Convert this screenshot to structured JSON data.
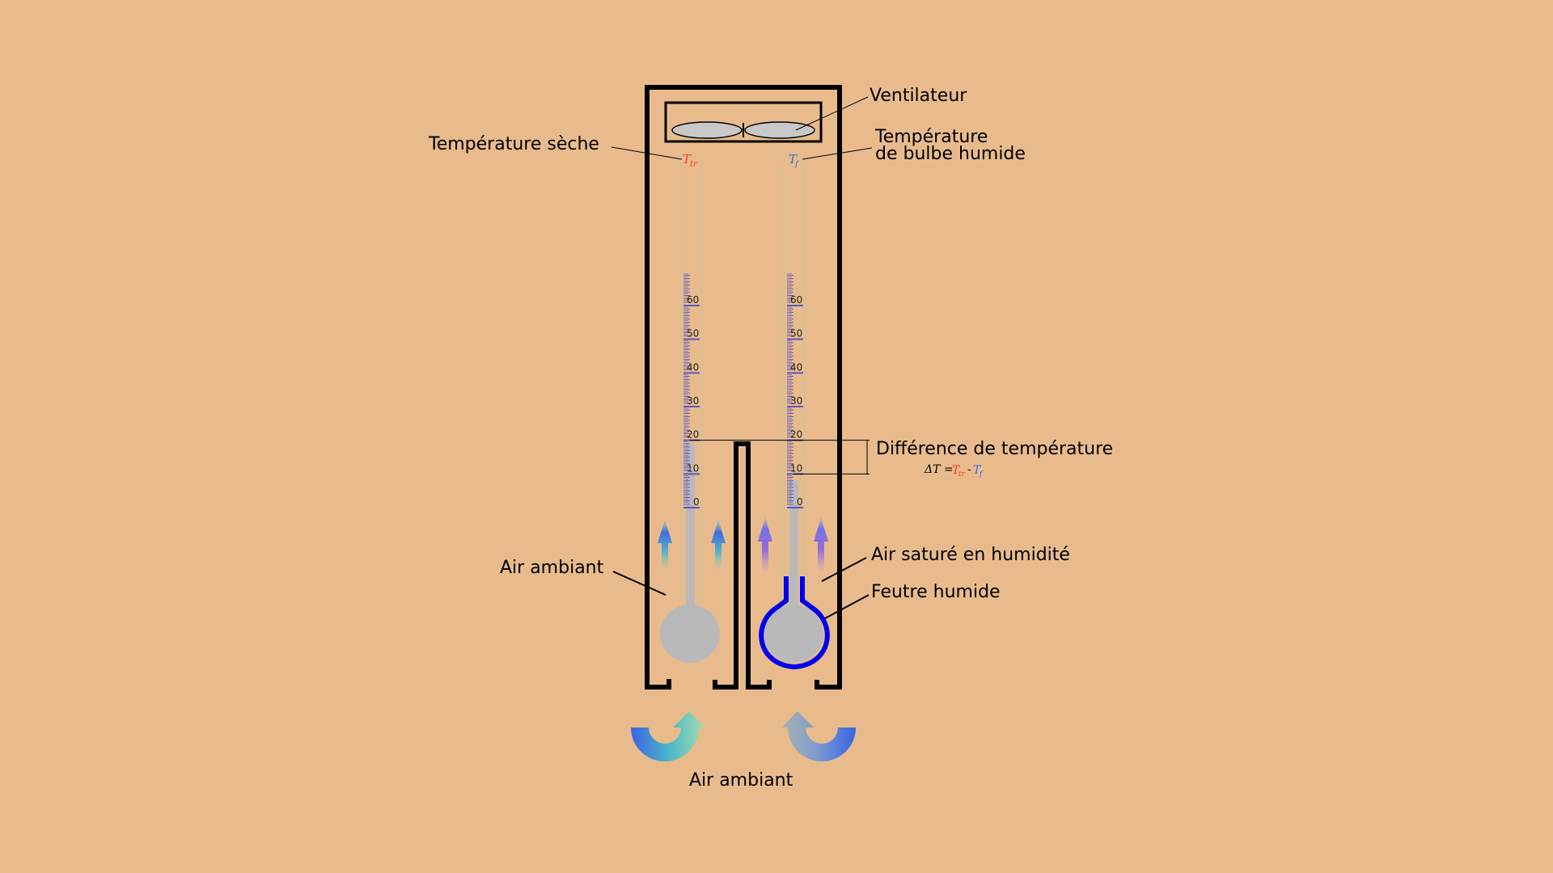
{
  "labels": {
    "fan": "Ventilateur",
    "dry_temp": "Température sèche",
    "wet_temp_line1": "Température",
    "wet_temp_line2": "de bulbe humide",
    "temp_diff": "Différence de température",
    "ambient_air_left": "Air ambiant",
    "saturated_air": "Air saturé en humidité",
    "wet_felt": "Feutre humide",
    "ambient_air_bottom": "Air ambiant"
  },
  "symbols": {
    "dry_main": "T",
    "dry_sub": "tr",
    "wet_main": "T",
    "wet_sub": "f",
    "delta_prefix": "ΔT =",
    "minus": "-"
  },
  "scale_ticks": [
    "60",
    "50",
    "40",
    "30",
    "20",
    "10",
    "0"
  ],
  "readings": {
    "dry_bulb": 19,
    "wet_bulb": 8
  },
  "colors": {
    "background": "#e9bb8c",
    "dry_symbol": "#ff3b1f",
    "wet_symbol": "#2f6fe0",
    "felt": "#0000ee",
    "mercury": "#b9b9b9",
    "scale": "#5a55c8"
  }
}
